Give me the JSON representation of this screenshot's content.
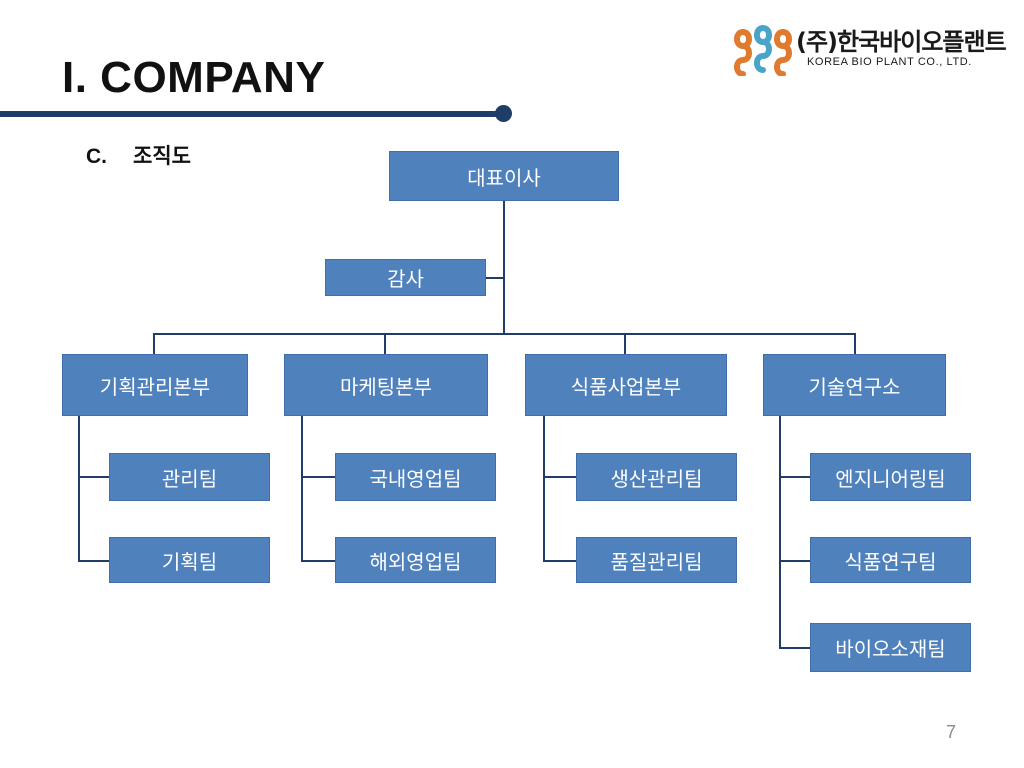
{
  "header": {
    "title": "I. COMPANY",
    "section_number": "C.",
    "section_title": "조직도"
  },
  "logo": {
    "name_ko": "(주)한국바이오플랜트",
    "name_en": "KOREA BIO PLANT CO., LTD."
  },
  "org": {
    "ceo": "대표이사",
    "auditor": "감사",
    "divisions": [
      {
        "name": "기획관리본부",
        "teams": [
          "관리팀",
          "기획팀"
        ]
      },
      {
        "name": "마케팅본부",
        "teams": [
          "국내영업팀",
          "해외영업팀"
        ]
      },
      {
        "name": "식품사업본부",
        "teams": [
          "생산관리팀",
          "품질관리팀"
        ]
      },
      {
        "name": "기술연구소",
        "teams": [
          "엔지니어링팀",
          "식품연구팀",
          "바이오소재팀"
        ]
      }
    ]
  },
  "colors": {
    "box_fill": "#4f81bd",
    "connector": "#1f3d66",
    "title_rule": "#1f3d66"
  },
  "page_number": "7"
}
